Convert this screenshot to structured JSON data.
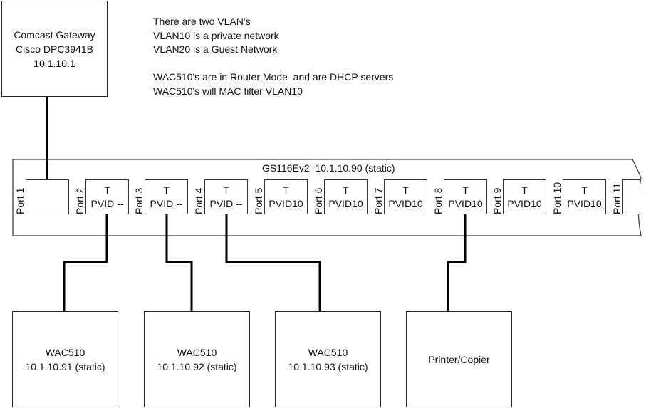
{
  "gateway": {
    "lines": [
      "Comcast Gateway",
      "Cisco DPC3941B",
      "10.1.10.1"
    ]
  },
  "notes": [
    "There are two VLAN’s",
    "VLAN10 is a private network",
    "VLAN20 is a Guest Network",
    "",
    "WAC510's are in Router Mode  and are DHCP servers",
    "WAC510's will MAC filter VLAN10"
  ],
  "switch": {
    "title": "GS116Ev2  10.1.10.90 (static)",
    "ports": [
      {
        "label": "Port 1",
        "tag": "",
        "pvid": ""
      },
      {
        "label": "Port 2",
        "tag": "T",
        "pvid": "PVID --"
      },
      {
        "label": "Port 3",
        "tag": "T",
        "pvid": "PVID --"
      },
      {
        "label": "Port 4",
        "tag": "T",
        "pvid": "PVID --"
      },
      {
        "label": "Port 5",
        "tag": "T",
        "pvid": "PVID10"
      },
      {
        "label": "Port 6",
        "tag": "T",
        "pvid": "PVID10"
      },
      {
        "label": "Port 7",
        "tag": "T",
        "pvid": "PVID10"
      },
      {
        "label": "Port 8",
        "tag": "T",
        "pvid": "PVID10"
      },
      {
        "label": "Port 9",
        "tag": "T",
        "pvid": "PVID10"
      },
      {
        "label": "Port 10",
        "tag": "T",
        "pvid": "PVID10"
      },
      {
        "label": "Port 11",
        "tag": "",
        "pvid": ""
      }
    ]
  },
  "devices": [
    {
      "name": "WAC510",
      "ip": "10.1.10.91 (static)",
      "port": "Port 2"
    },
    {
      "name": "WAC510",
      "ip": "10.1.10.92 (static)",
      "port": "Port 3"
    },
    {
      "name": "WAC510",
      "ip": "10.1.10.93 (static)",
      "port": "Port 4"
    },
    {
      "name": "Printer/Copier",
      "ip": "",
      "port": "Port 8"
    }
  ]
}
